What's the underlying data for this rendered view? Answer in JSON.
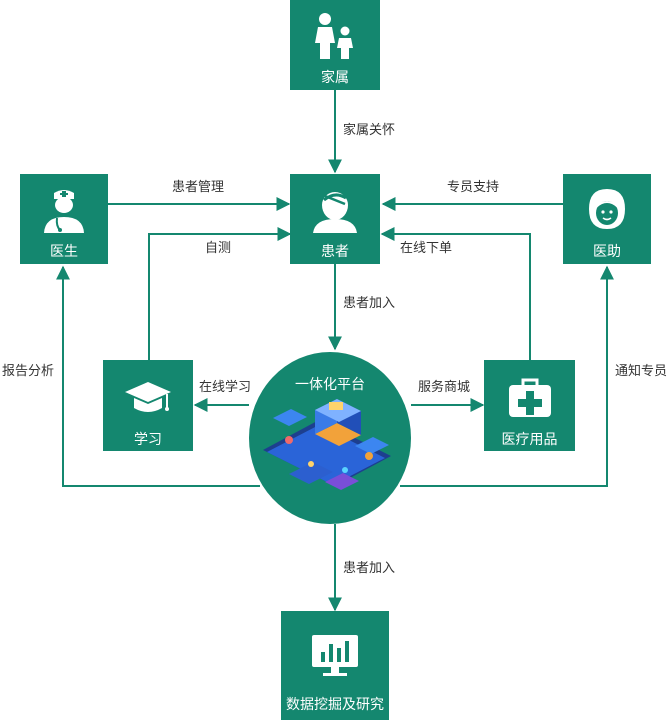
{
  "colors": {
    "primary": "#14876f",
    "line": "#14876f",
    "text": "#333333"
  },
  "nodes": {
    "family": {
      "label": "家属",
      "icon": "family-icon"
    },
    "patient": {
      "label": "患者",
      "icon": "patient-icon"
    },
    "doctor": {
      "label": "医生",
      "icon": "doctor-icon"
    },
    "assistant": {
      "label": "医助",
      "icon": "assistant-icon"
    },
    "study": {
      "label": "学习",
      "icon": "graduation-cap-icon"
    },
    "supplies": {
      "label": "医疗用品",
      "icon": "first-aid-kit-icon"
    },
    "platform": {
      "label": "一体化平台",
      "icon": "isometric-platform-illustration"
    },
    "data": {
      "label": "数据挖掘及研究",
      "icon": "bar-chart-monitor-icon"
    }
  },
  "edges": {
    "family_care": "家属关怀",
    "patient_mgmt": "患者管理",
    "specialist_support": "专员支持",
    "self_test": "自测",
    "online_order": "在线下单",
    "patient_join_top": "患者加入",
    "online_study": "在线学习",
    "service_mall": "服务商城",
    "report_analysis": "报告分析",
    "notify_specialist": "通知专员",
    "patient_join_bottom": "患者加入"
  }
}
